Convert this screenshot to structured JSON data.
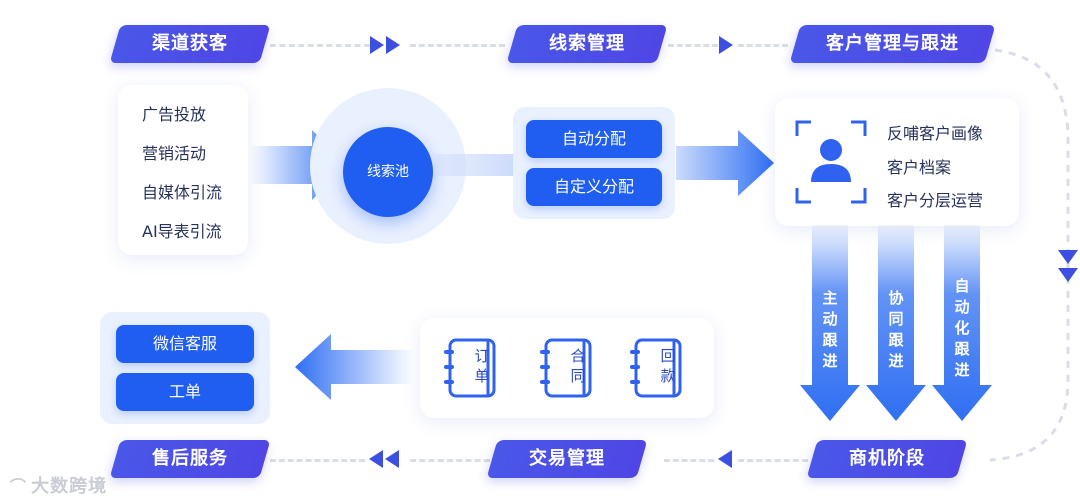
{
  "stages": {
    "top": [
      "渠道获客",
      "线索管理",
      "客户管理与跟进"
    ],
    "bottom": [
      "售后服务",
      "交易管理",
      "商机阶段"
    ]
  },
  "channels": [
    "广告投放",
    "营销活动",
    "自媒体引流",
    "AI导表引流"
  ],
  "pool": "线索池",
  "distribution": [
    "自动分配",
    "自定义分配"
  ],
  "customer": [
    "反哺客户画像",
    "客户档案",
    "客户分层运营"
  ],
  "followups": [
    "主动跟进",
    "协同跟进",
    "自动化跟进"
  ],
  "trade_docs": [
    "订单",
    "合同",
    "回款"
  ],
  "after_sales": [
    "微信客服",
    "工单"
  ],
  "watermark": "大数跨境",
  "colors": {
    "primary": "#4f46e5",
    "button": "#1f5ef0",
    "soft_bg": "#eaf1fe",
    "dash": "#d9dde6"
  }
}
